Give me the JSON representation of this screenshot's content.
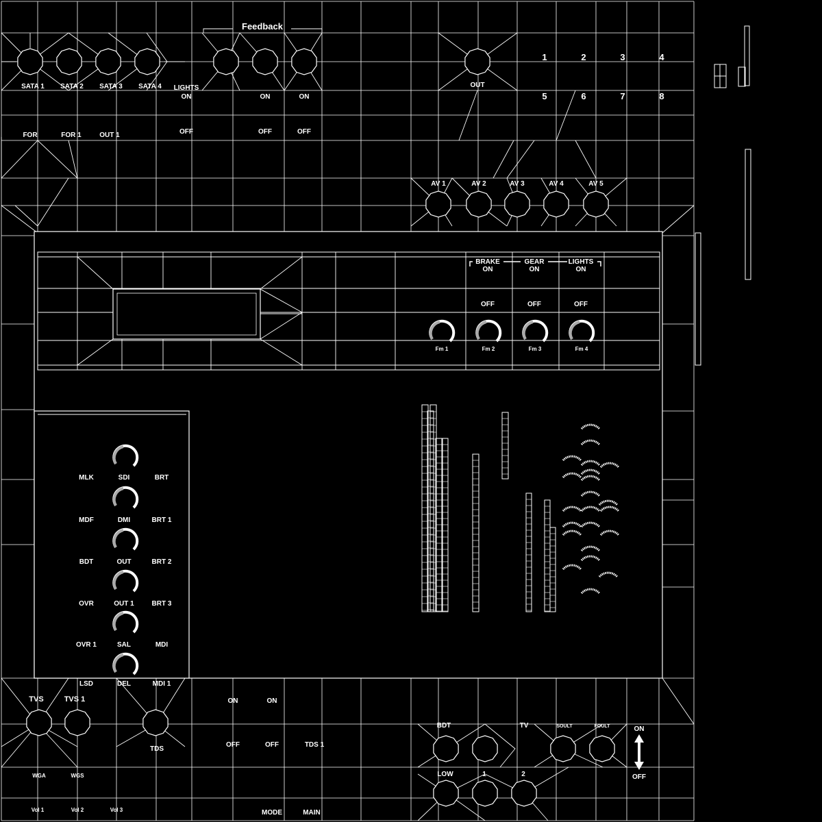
{
  "feedback_title": "Feedback",
  "sata": [
    "SATA 1",
    "SATA 2",
    "SATA 3",
    "SATA 4"
  ],
  "lights_label": "LIGHTS",
  "on": "ON",
  "off": "OFF",
  "lower_row_left": [
    "FOR",
    "FOR 1",
    "OUT 1"
  ],
  "out_label": "OUT",
  "channel_numbers": [
    "1",
    "2",
    "3",
    "4",
    "5",
    "6",
    "7",
    "8"
  ],
  "av": [
    "AV 1",
    "AV 2",
    "AV 3",
    "AV 4",
    "AV 5"
  ],
  "switch_group": [
    "BRAKE",
    "GEAR",
    "LIGHTS"
  ],
  "fm": [
    "Fm 1",
    "Fm 2",
    "Fm 3",
    "Fm 4"
  ],
  "left_grid": {
    "rows": [
      [
        "MLK",
        "SDI",
        "BRT"
      ],
      [
        "MDF",
        "DMI",
        "BRT 1"
      ],
      [
        "BDT",
        "OUT",
        "BRT 2"
      ],
      [
        "OVR",
        "OUT 1",
        "BRT 3"
      ],
      [
        "OVR 1",
        "SAL",
        "MDI"
      ],
      [
        "LSD",
        "DEL",
        "MDI 1"
      ]
    ]
  },
  "bottom_left": {
    "tvs": [
      "TVS",
      "TVS 1"
    ],
    "tds": "TDS",
    "wg": [
      "WGA",
      "WGS"
    ],
    "vol": [
      "Vol 1",
      "Vol 2",
      "Vol 3"
    ]
  },
  "bottom_mid": {
    "tds1": "TDS 1",
    "mode": "MODE",
    "main": "MAIN"
  },
  "bottom_right": {
    "top_labels": [
      "BDT",
      "TV",
      "SOULT",
      "FOULT"
    ],
    "low_labels": [
      "LOW",
      "1",
      "2"
    ]
  },
  "colors": {
    "background": "#000000",
    "lines": "#ffffff"
  }
}
